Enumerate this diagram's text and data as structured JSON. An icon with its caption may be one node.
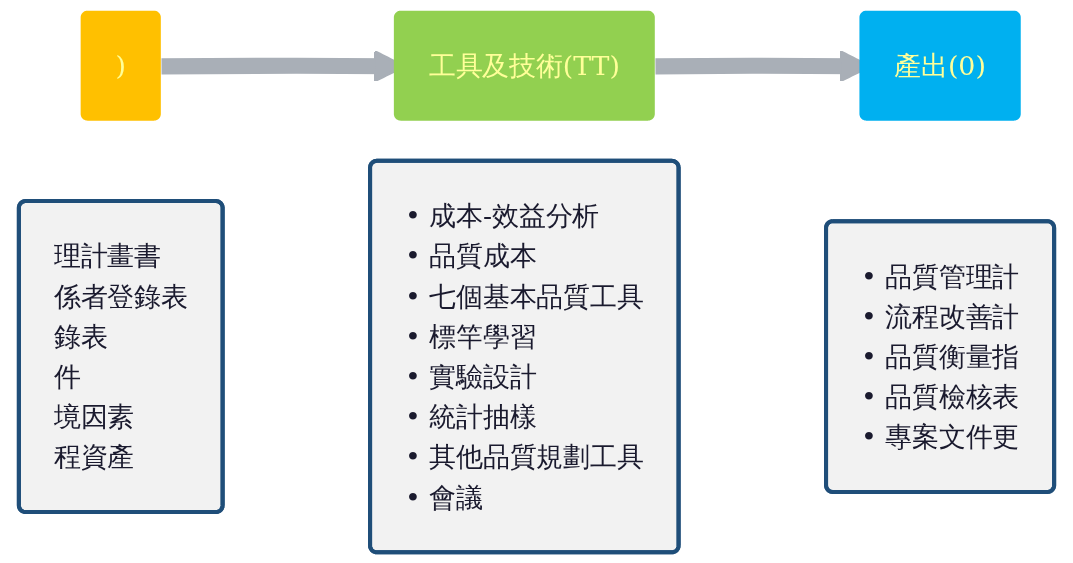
{
  "diagram": {
    "nodes": [
      {
        "text": [
          ")"
        ]
      },
      {
        "text": [
          "理計畫書",
          "係者登錄表",
          "錄表",
          "件",
          "境因素",
          "程資產"
        ]
      },
      {
        "text": [
          "工具及技術(TT)"
        ]
      },
      {
        "text": [
          "• 成本-效益分析",
          "• 品質成本",
          "• 七個基本品質工具",
          "• 標竿學習",
          "• 實驗設計",
          "• 統計抽樣",
          "• 其他品質規劃工具",
          "• 會議"
        ]
      },
      {
        "text": [
          "產出(0)"
        ]
      },
      {
        "text": [
          "• 品質管理計",
          "• 流程改善計",
          "• 品質衡量指",
          "• 品質檢核表",
          "• 專案文件更"
        ]
      }
    ],
    "edges": [
      {
        "from": 0,
        "to": 2,
        "arrow": "to"
      },
      {
        "from": 2,
        "to": 4,
        "arrow": "to"
      }
    ]
  }
}
